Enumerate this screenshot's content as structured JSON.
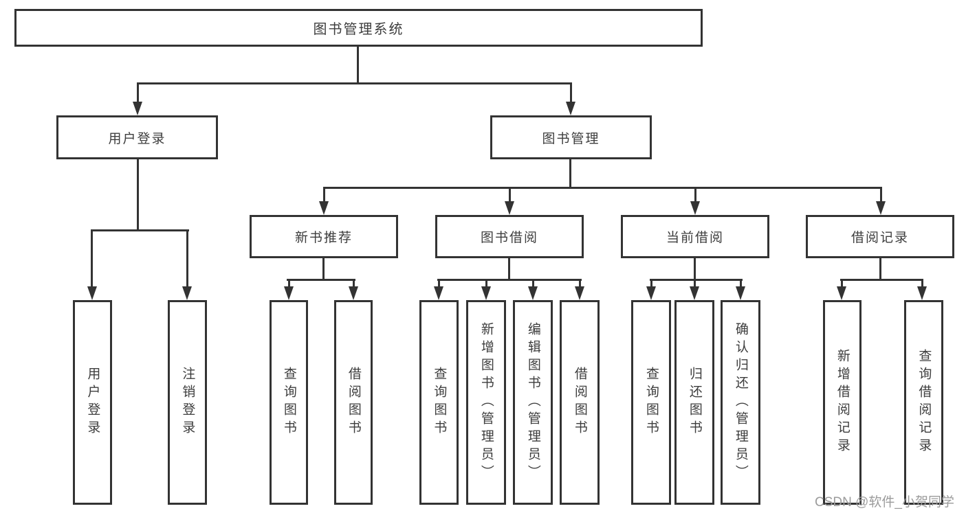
{
  "diagram": {
    "tree": {
      "label": "图书管理系统",
      "children": [
        {
          "label": "用户登录",
          "children": [
            {
              "label": "用户登录"
            },
            {
              "label": "注销登录"
            }
          ]
        },
        {
          "label": "图书管理",
          "children": [
            {
              "label": "新书推荐",
              "children": [
                {
                  "label": "查询图书"
                },
                {
                  "label": "借阅图书"
                }
              ]
            },
            {
              "label": "图书借阅",
              "children": [
                {
                  "label": "查询图书"
                },
                {
                  "label": "新增图书（管理员）"
                },
                {
                  "label": "编辑图书（管理员）"
                },
                {
                  "label": "借阅图书"
                }
              ]
            },
            {
              "label": "当前借阅",
              "children": [
                {
                  "label": "查询图书"
                },
                {
                  "label": "归还图书"
                },
                {
                  "label": "确认归还（管理员）"
                }
              ]
            },
            {
              "label": "借阅记录",
              "children": [
                {
                  "label": "新增借阅记录"
                },
                {
                  "label": "查询借阅记录"
                }
              ]
            }
          ]
        }
      ]
    }
  },
  "watermark": {
    "text": "CSDN @软件_小贺同学"
  },
  "colors": {
    "line": "#333333",
    "text": "#3d3d3d",
    "watermark": "#9b9b9b",
    "background": "#ffffff"
  }
}
